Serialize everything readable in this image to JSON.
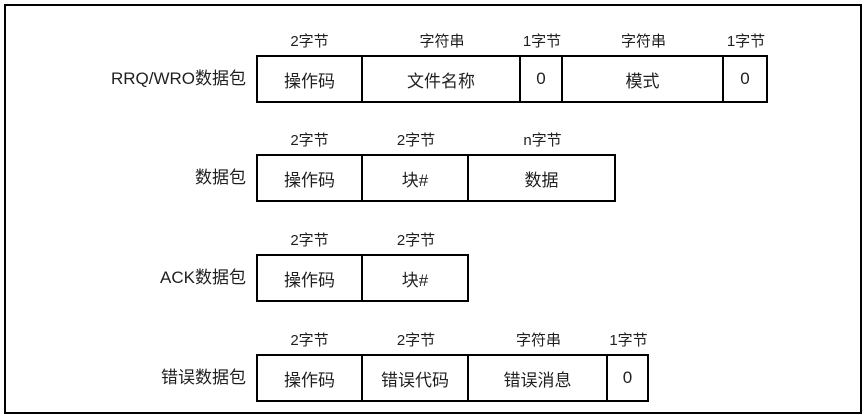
{
  "colors": {
    "border": "#000000",
    "text": "#1f1f1f",
    "background": "#ffffff"
  },
  "packets": [
    {
      "label": "RRQ/WRO数据包",
      "fields": [
        {
          "size_label": "2字节",
          "value": "操作码",
          "width": 107
        },
        {
          "size_label": "字符串",
          "value": "文件名称",
          "width": 158
        },
        {
          "size_label": "1字节",
          "value": "0",
          "width": 42
        },
        {
          "size_label": "字符串",
          "value": "模式",
          "width": 161
        },
        {
          "size_label": "1字节",
          "value": "0",
          "width": 44
        }
      ]
    },
    {
      "label": "数据包",
      "fields": [
        {
          "size_label": "2字节",
          "value": "操作码",
          "width": 107
        },
        {
          "size_label": "2字节",
          "value": "块#",
          "width": 106
        },
        {
          "size_label": "n字节",
          "value": "数据",
          "width": 147
        }
      ]
    },
    {
      "label": "ACK数据包",
      "fields": [
        {
          "size_label": "2字节",
          "value": "操作码",
          "width": 107
        },
        {
          "size_label": "2字节",
          "value": "块#",
          "width": 106
        }
      ]
    },
    {
      "label": "错误数据包",
      "fields": [
        {
          "size_label": "2字节",
          "value": "操作码",
          "width": 107
        },
        {
          "size_label": "2字节",
          "value": "错误代码",
          "width": 106
        },
        {
          "size_label": "字符串",
          "value": "错误消息",
          "width": 139
        },
        {
          "size_label": "1字节",
          "value": "0",
          "width": 41
        }
      ]
    }
  ]
}
